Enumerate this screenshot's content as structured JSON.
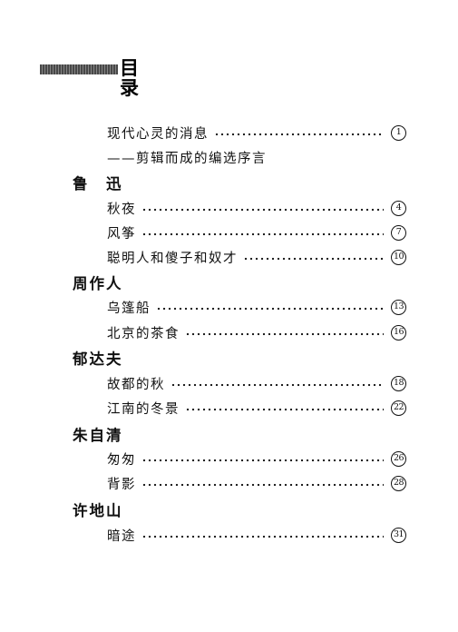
{
  "page": {
    "title": "目 录",
    "preface": {
      "title": "现代心灵的消息",
      "subtitle": "——剪辑而成的编选序言",
      "page": "1"
    },
    "authors": [
      {
        "name": "鲁　迅",
        "works": [
          {
            "title": "秋夜",
            "page": "4"
          },
          {
            "title": "风筝",
            "page": "7"
          },
          {
            "title": "聪明人和傻子和奴才",
            "page": "10"
          }
        ]
      },
      {
        "name": "周作人",
        "works": [
          {
            "title": "乌篷船",
            "page": "13"
          },
          {
            "title": "北京的茶食",
            "page": "16"
          }
        ]
      },
      {
        "name": "郁达夫",
        "works": [
          {
            "title": "故都的秋",
            "page": "18"
          },
          {
            "title": "江南的冬景",
            "page": "22"
          }
        ]
      },
      {
        "name": "朱自清",
        "works": [
          {
            "title": "匆匆",
            "page": "26"
          },
          {
            "title": "背影",
            "page": "28"
          }
        ]
      },
      {
        "name": "许地山",
        "works": [
          {
            "title": "暗途",
            "page": "31"
          }
        ]
      }
    ]
  }
}
